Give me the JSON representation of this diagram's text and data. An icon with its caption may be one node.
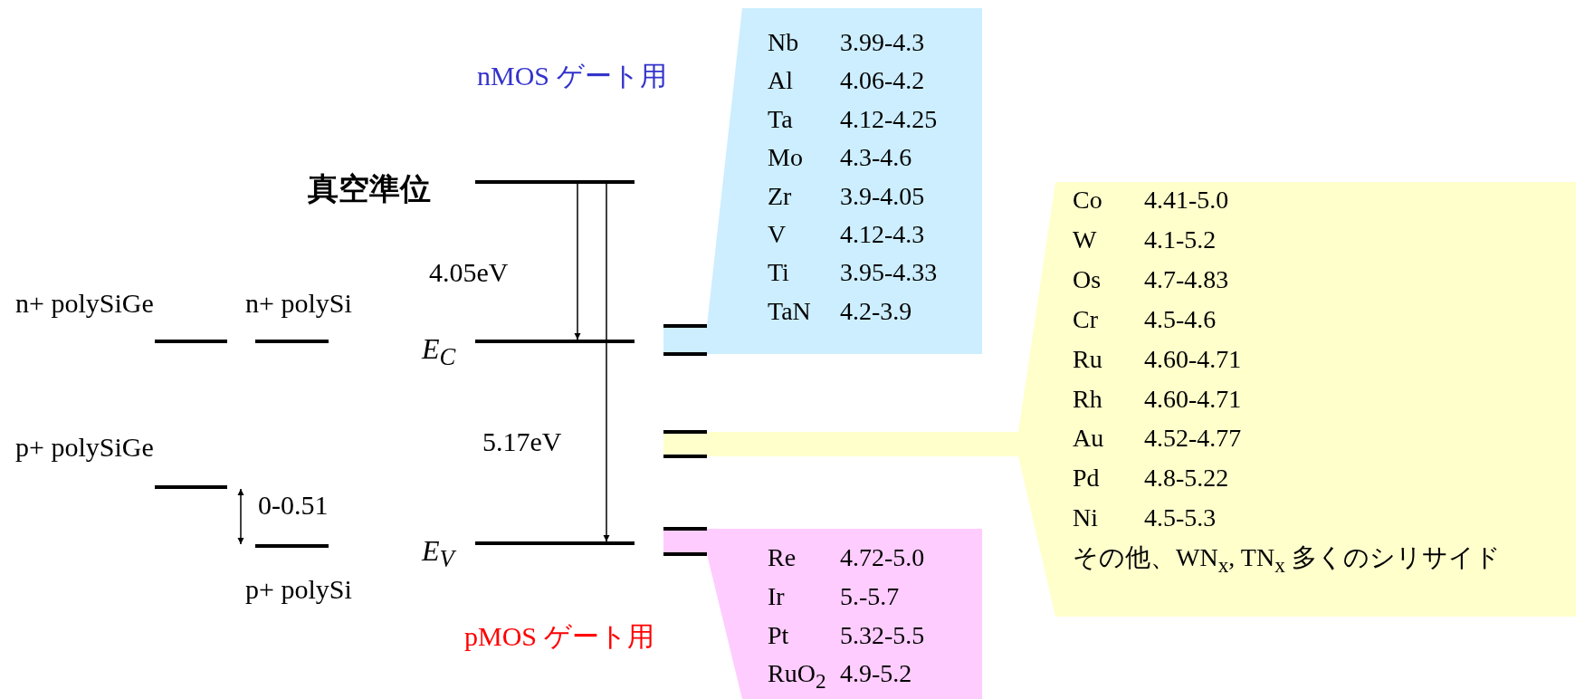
{
  "diagram": {
    "nodes": [
      {
        "text": [],
        "shape": "bar",
        "beside": [
          "真空準位"
        ]
      },
      {
        "text": [],
        "shape": "bar",
        "beside": [
          "n+ polySiGe"
        ]
      },
      {
        "text": [],
        "shape": "bar",
        "beside": [
          "n+ polySi"
        ]
      },
      {
        "text": [],
        "shape": "bar",
        "beside": [
          "E$_{C}$"
        ]
      },
      {
        "text": [],
        "shape": "bar",
        "beside": [
          "p+ polySiGe"
        ]
      },
      {
        "text": [],
        "shape": "bar",
        "beside": [
          "p+ polySi"
        ]
      },
      {
        "text": [],
        "shape": "bar",
        "beside": [
          "E$_{V}$"
        ]
      },
      {
        "text": [
          "Nb",
          "3.99-4.3",
          "Al",
          "4.06-4.2",
          "Ta",
          "4.12-4.25",
          "Mo",
          "4.3-4.6",
          "Zr",
          "3.9-4.05",
          "V",
          "4.12-4.3",
          "Ti",
          "3.95-4.33",
          "TaN",
          "4.2-3.9"
        ],
        "beside": [
          "nMOS ゲート用"
        ]
      },
      {
        "text": [
          "Co",
          "4.41-5.0",
          "W",
          "4.1-5.2",
          "Os",
          "4.7-4.83",
          "Cr",
          "4.5-4.6",
          "Ru",
          "4.60-4.71",
          "Rh",
          "4.60-4.71",
          "Au",
          "4.52-4.77",
          "Pd",
          "4.8-5.22",
          "Ni",
          "4.5-5.3",
          "その他、WN$_{x}$, TN$_{x}$ 多くのシリサイド"
        ]
      },
      {
        "text": [
          "Re",
          "4.72-5.0",
          "Ir",
          "5.-5.7",
          "Pt",
          "5.32-5.5",
          "RuO$_{2}$",
          "4.9-5.2"
        ],
        "beside": [
          "pMOS ゲート用"
        ]
      }
    ],
    "edges": [
      {
        "from": 0,
        "to": 3,
        "arrow": "to",
        "label": "4.05eV"
      },
      {
        "from": 0,
        "to": 6,
        "arrow": "to",
        "label": "5.17eV"
      },
      {
        "from": 4,
        "to": 5,
        "arrow": "both",
        "label": "0-0.51"
      }
    ]
  }
}
